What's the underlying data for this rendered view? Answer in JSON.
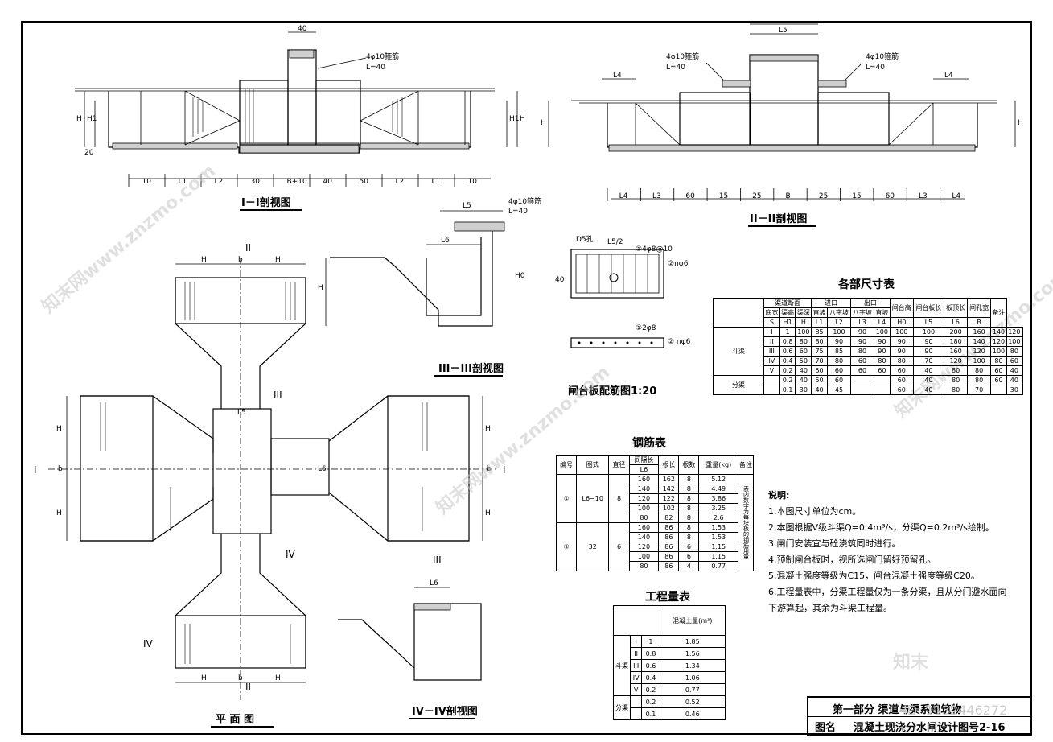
{
  "labels": {
    "section_1": "I－I剖视图",
    "section_2": "II－II剖视图",
    "section_3": "III－III剖视图",
    "section_4": "IV－IV剖视图",
    "plan": "平 面 图",
    "rebar_plate": "闸台板配筋图1:20",
    "rebar_note_a": "4φ10箍筋",
    "rebar_note_b": "L=40",
    "dim_40": "40",
    "dim_L5": "L5",
    "dim_L6": "L6",
    "dim_L4": "L4",
    "dim_H": "H",
    "dim_H1": "H1",
    "dim_H0": "H0",
    "dim_20": "20",
    "dim_b": "b",
    "marker_I": "I",
    "marker_II": "II",
    "marker_III": "III",
    "marker_IV": "IV",
    "rebar1": "①4φ8@10",
    "rebar2": "②nφ6",
    "rebar3": "①2φ8",
    "rebar4": "② nφ6",
    "d5": "D5孔",
    "l5_2": "L5/2"
  },
  "bottom_dims_1": [
    "10",
    "L1",
    "L2",
    "30",
    "B+10",
    "40",
    "50",
    "L2",
    "L1",
    "10"
  ],
  "bottom_dims_2": [
    "L4",
    "L3",
    "60",
    "15",
    "25",
    "B",
    "25",
    "15",
    "60",
    "L3",
    "L4"
  ],
  "dims_table": {
    "title": "各部尺寸表",
    "group_headers": [
      "渠道断面",
      "进口",
      "出口"
    ],
    "col_headers": [
      "底宽",
      "渠高",
      "渠深",
      "直坡",
      "八字坡",
      "八字坡",
      "直坡",
      "闸台高",
      "闸台板长",
      "板顶长",
      "闸孔宽",
      "备注"
    ],
    "col_symbols": [
      "S",
      "H1",
      "H",
      "L1",
      "L2",
      "L3",
      "L4",
      "H0",
      "L5",
      "L6",
      "B"
    ],
    "side_labels": [
      "斗渠",
      "分渠"
    ],
    "rows": [
      [
        "I",
        "1",
        "100",
        "85",
        "100",
        "90",
        "100",
        "100",
        "100",
        "200",
        "160",
        "140",
        "120"
      ],
      [
        "II",
        "0.8",
        "80",
        "80",
        "90",
        "90",
        "90",
        "90",
        "90",
        "180",
        "140",
        "120",
        "100"
      ],
      [
        "III",
        "0.6",
        "60",
        "75",
        "85",
        "80",
        "90",
        "90",
        "90",
        "160",
        "120",
        "100",
        "80"
      ],
      [
        "IV",
        "0.4",
        "50",
        "70",
        "80",
        "60",
        "80",
        "80",
        "70",
        "120",
        "100",
        "80",
        "60"
      ],
      [
        "V",
        "0.2",
        "40",
        "50",
        "60",
        "60",
        "60",
        "60",
        "40",
        "80",
        "80",
        "60",
        "40"
      ],
      [
        "",
        "0.2",
        "40",
        "50",
        "60",
        "",
        "",
        "60",
        "40",
        "80",
        "80",
        "60",
        "40"
      ],
      [
        "",
        "0.1",
        "30",
        "40",
        "45",
        "",
        "",
        "60",
        "40",
        "80",
        "70",
        "",
        "30"
      ]
    ]
  },
  "rebar_table": {
    "title": "钢筋表",
    "headers": [
      "编号",
      "图式",
      "直径",
      "间隔长",
      "根长",
      "根数",
      "重量(kg)",
      "备注"
    ],
    "sub_header": "L6",
    "rows_1": [
      [
        "160",
        "162",
        "8",
        "5.12"
      ],
      [
        "140",
        "142",
        "8",
        "4.49"
      ],
      [
        "120",
        "122",
        "8",
        "3.86"
      ],
      [
        "100",
        "102",
        "8",
        "3.25"
      ],
      [
        "80",
        "82",
        "8",
        "2.6"
      ]
    ],
    "rows_2": [
      [
        "160",
        "86",
        "8",
        "1.53"
      ],
      [
        "140",
        "86",
        "8",
        "1.53"
      ],
      [
        "120",
        "86",
        "6",
        "1.15"
      ],
      [
        "100",
        "86",
        "6",
        "1.15"
      ],
      [
        "80",
        "86",
        "4",
        "0.77"
      ]
    ],
    "mark_1": "①",
    "mark_2": "②",
    "shape_1": "L6−10",
    "shape_2": "32",
    "dia_1": "8",
    "dia_2": "6",
    "remark": "表内数字为每块板的钢筋用量"
  },
  "quantity_table": {
    "title": "工程量表",
    "header_col": "混凝土量(m³)",
    "side_labels": [
      "斗渠",
      "分渠"
    ],
    "rows": [
      [
        "I",
        "1",
        "1.85"
      ],
      [
        "II",
        "0.8",
        "1.56"
      ],
      [
        "III",
        "0.6",
        "1.34"
      ],
      [
        "IV",
        "0.4",
        "1.06"
      ],
      [
        "V",
        "0.2",
        "0.77"
      ],
      [
        "",
        "0.2",
        "0.52"
      ],
      [
        "",
        "0.1",
        "0.46"
      ]
    ]
  },
  "notes": {
    "heading": "说明:",
    "items": [
      "1.本图尺寸单位为cm。",
      "2.本图根据V级斗渠Q=0.4m³/s，分渠Q=0.2m³/s绘制。",
      "3.闸门安装宜与砼浇筑同时进行。",
      "4.预制闸台板时，视所选闸门留好预留孔。",
      "5.混凝土强度等级为C15，闸台混凝土强度等级C20。",
      "6.工程量表中，分渠工程量仅为一条分渠，且从分门避水面向",
      "下游算起，其余为斗渠工程量。"
    ]
  },
  "title_block": {
    "part": "第一部分  渠道与渠系建筑物",
    "label": "图名",
    "name": "混凝土现浇分水闸设计图号2-16",
    "id": "ID: 1132446272"
  },
  "watermarks": [
    "知末网www.znzmo.com",
    "知末"
  ]
}
